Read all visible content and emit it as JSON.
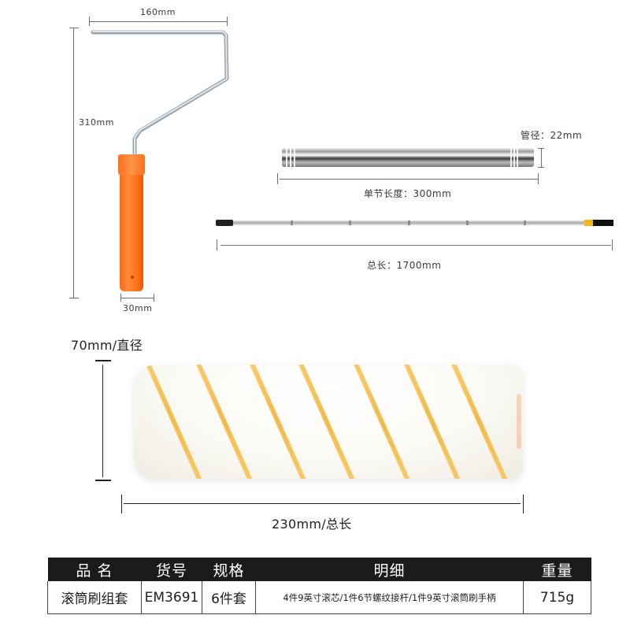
{
  "handle": {
    "width_label": "160mm",
    "height_label": "310mm",
    "grip_label": "30mm",
    "grip_color": "#ff7420",
    "frame_color": "#b9c2c8"
  },
  "pole_segment": {
    "diameter_label": "管径：22mm",
    "length_label": "单节长度：300mm"
  },
  "pole_full": {
    "length_label": "总长：1700mm",
    "accent_color": "#f5b417"
  },
  "roller": {
    "diameter_label": "70mm/直径",
    "length_label": "230mm/总长",
    "stripe_color": "#eeb43a"
  },
  "spec_table": {
    "headers": [
      "品 名",
      "货号",
      "规格",
      "明细",
      "重量"
    ],
    "rows": [
      [
        "滚筒刷组套",
        "EM3691",
        "6件套",
        "4件9英寸滚芯/1件6节螺纹接杆/1件9英寸滚筒刷手柄",
        "715g"
      ]
    ],
    "header_bg": "#1b1b1b"
  }
}
